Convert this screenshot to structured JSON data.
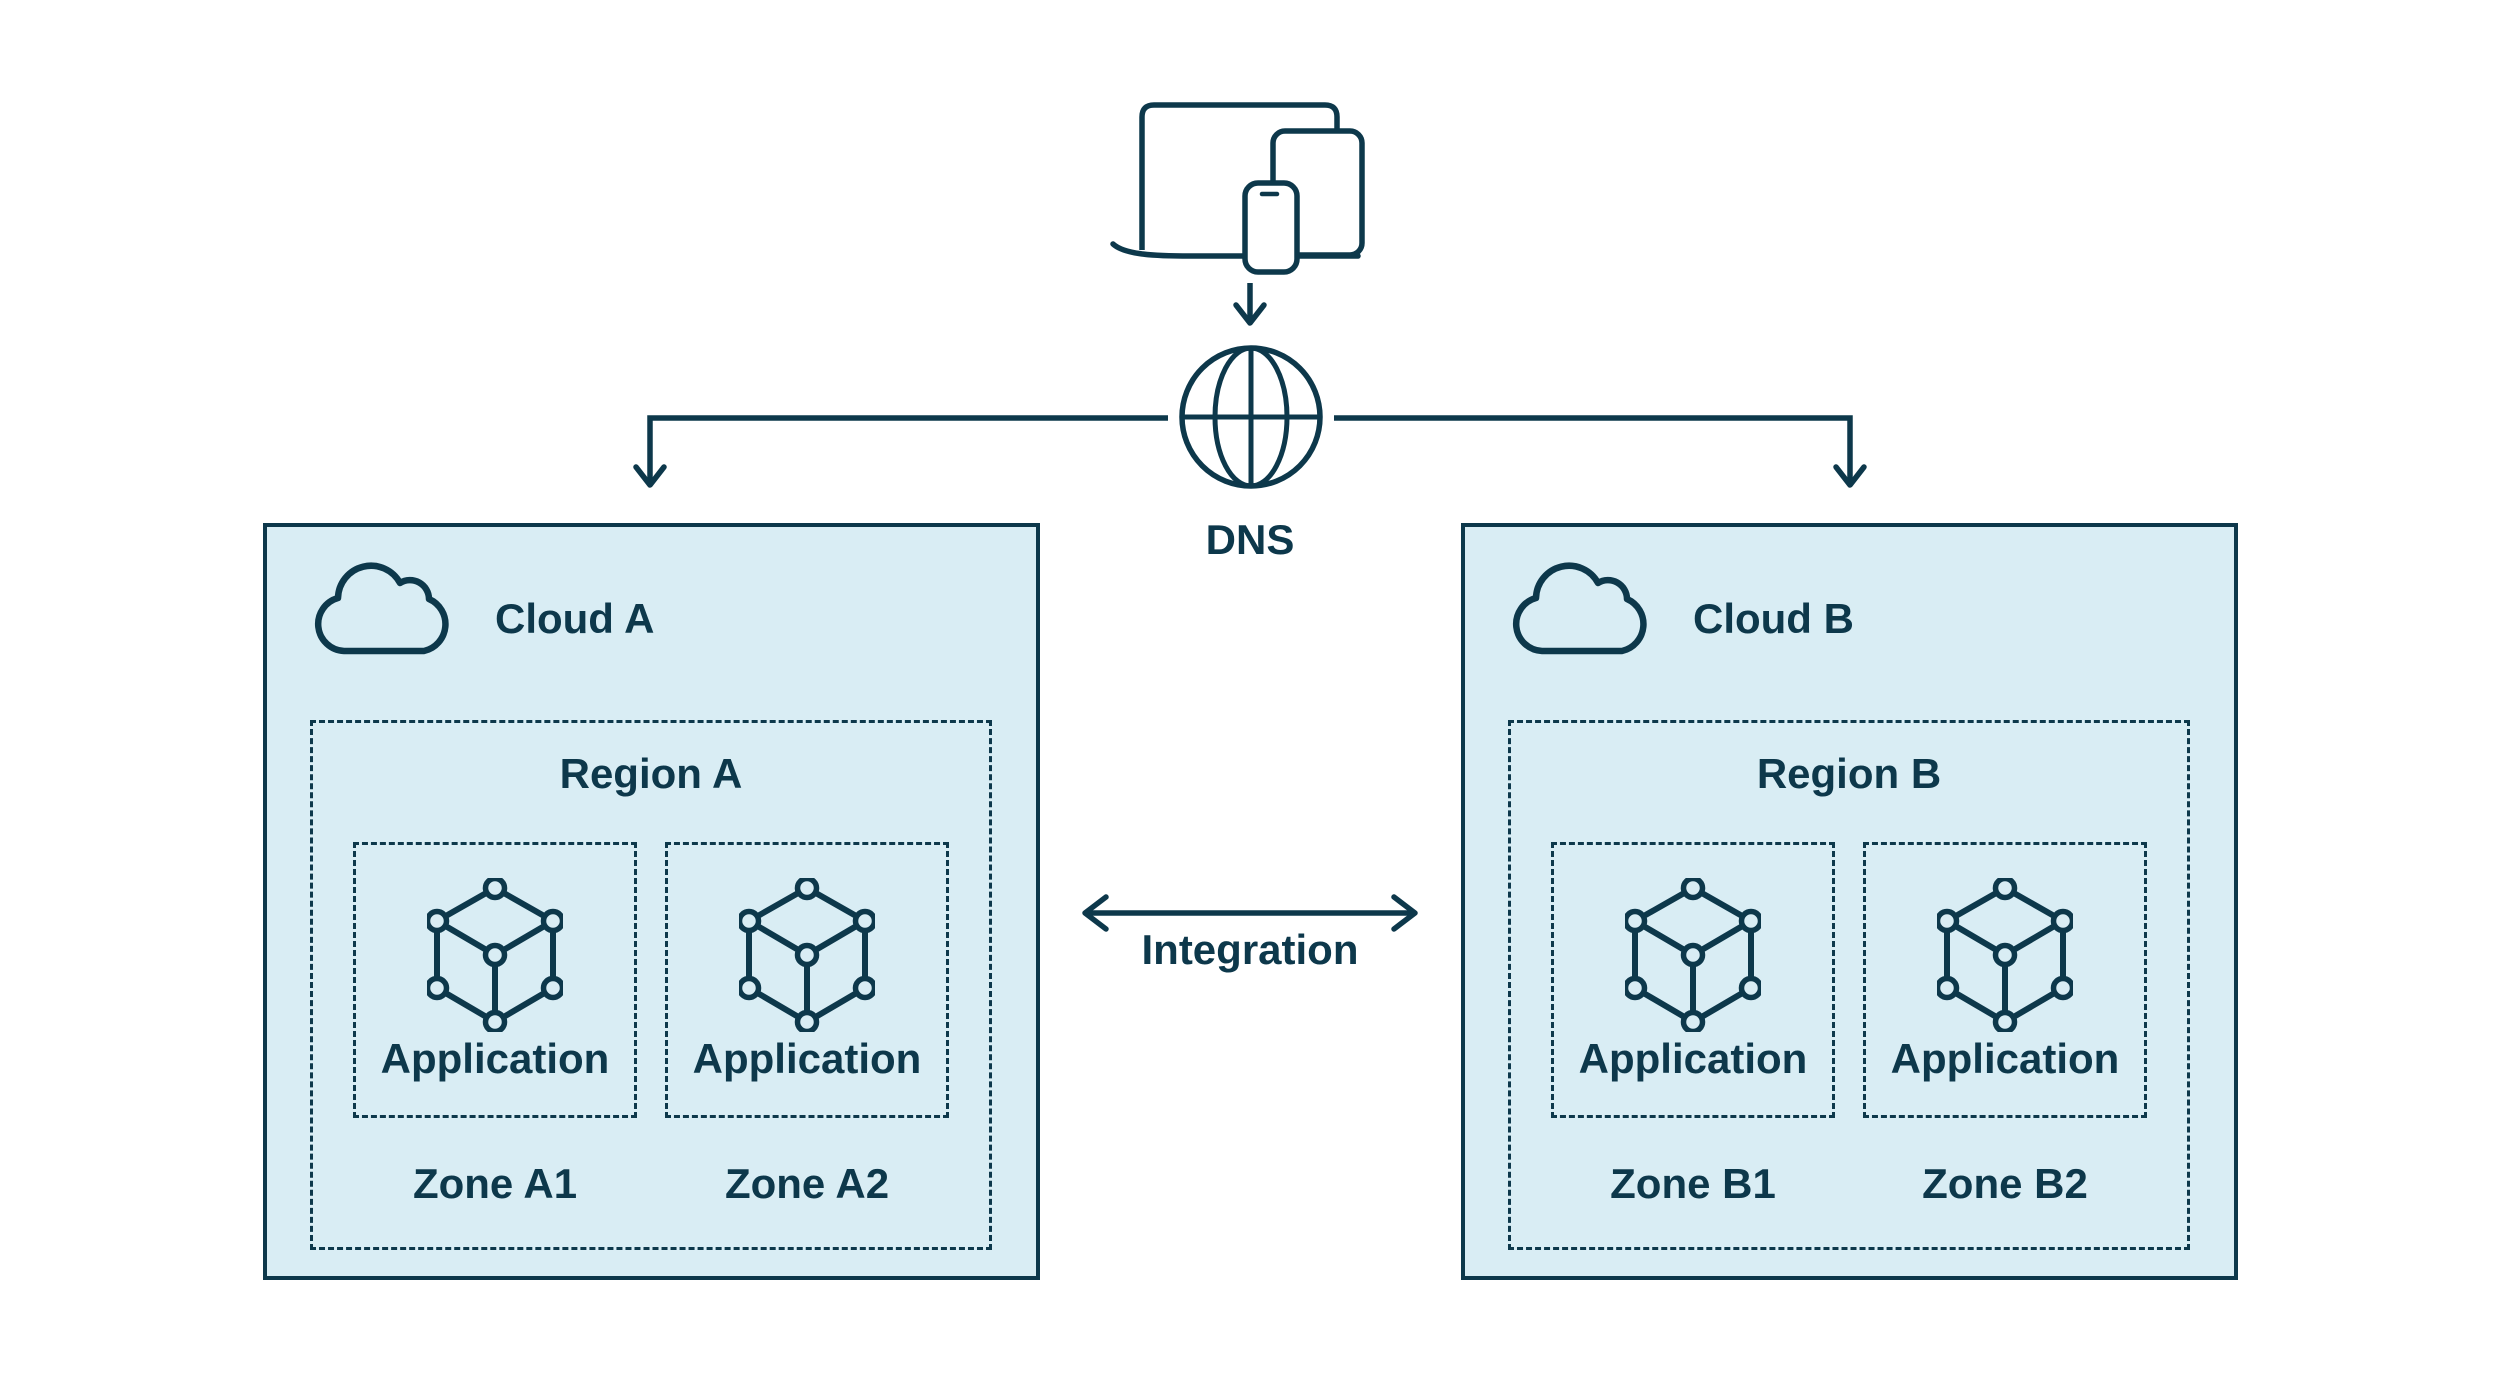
{
  "colors": {
    "ink": "#0d384b",
    "panel_fill": "#d9edf4",
    "background": "#ffffff"
  },
  "devices": {
    "icon": "devices-icon"
  },
  "dns": {
    "label": "DNS",
    "icon": "globe-icon"
  },
  "integration": {
    "label": "Integration"
  },
  "clouds": [
    {
      "name": "Cloud A",
      "region": {
        "name": "Region A",
        "apps": [
          {
            "label": "Application",
            "zone": "Zone A1"
          },
          {
            "label": "Application",
            "zone": "Zone A2"
          }
        ]
      }
    },
    {
      "name": "Cloud B",
      "region": {
        "name": "Region B",
        "apps": [
          {
            "label": "Application",
            "zone": "Zone B1"
          },
          {
            "label": "Application",
            "zone": "Zone B2"
          }
        ]
      }
    }
  ]
}
